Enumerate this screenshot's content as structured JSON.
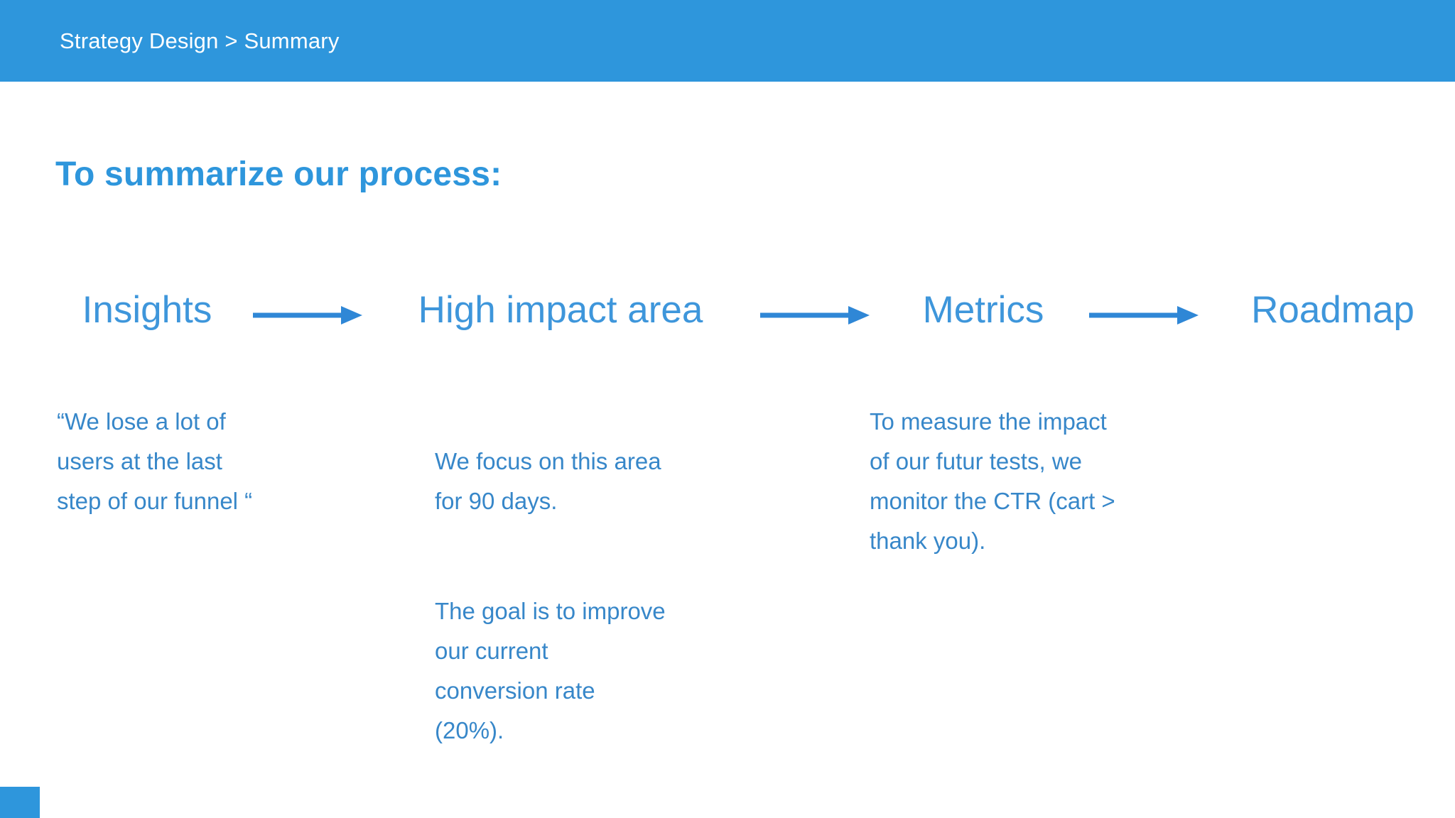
{
  "colors": {
    "header-bg": "#2e96dc",
    "title": "#2e96dc",
    "flow-label": "#3e96db",
    "arrow": "#2f87d6",
    "body-text": "#3787c9",
    "accent": "#2e96dc"
  },
  "header": {
    "breadcrumb": "Strategy Design > Summary"
  },
  "main": {
    "title": "To summarize our process:",
    "flow": {
      "steps": [
        {
          "label": "Insights"
        },
        {
          "label": "High impact area"
        },
        {
          "label": "Metrics"
        },
        {
          "label": "Roadmap"
        }
      ]
    },
    "notes": {
      "insights_quote": "“We lose a lot of\nusers at the last\nstep of our funnel “",
      "high_impact_p1": "We focus on this area\nfor 90 days.",
      "high_impact_p2": "The goal is to improve\nour current\nconversion rate\n(20%).",
      "metrics_note": "To measure the impact\nof our futur tests, we\nmonitor the CTR (cart >\nthank you)."
    }
  }
}
